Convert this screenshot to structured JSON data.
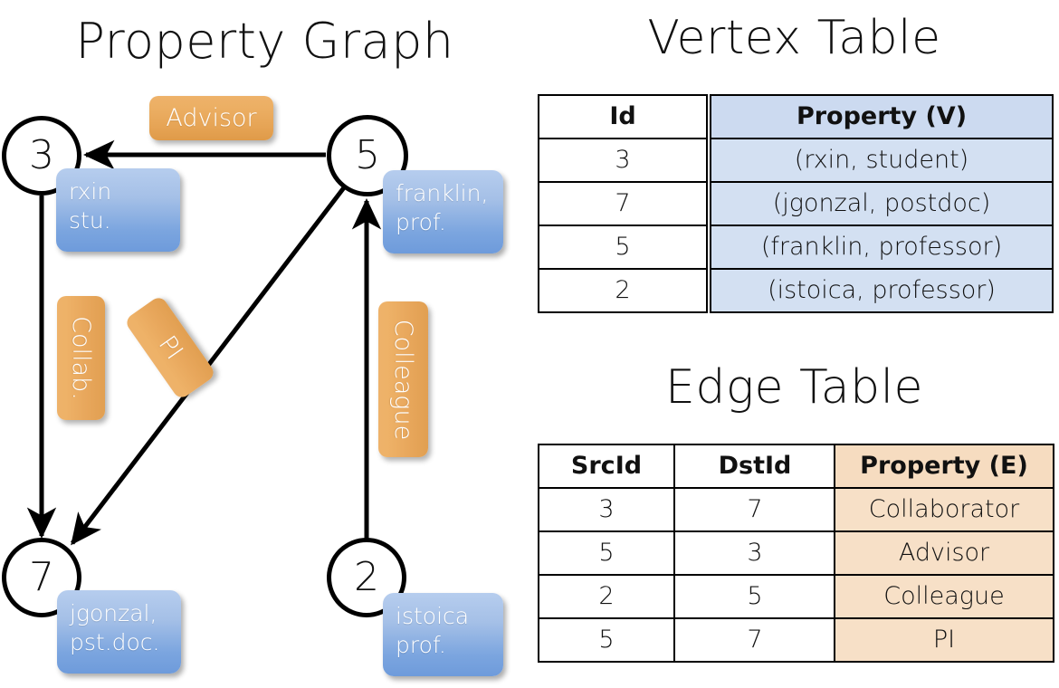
{
  "titles": {
    "property_graph": "Property Graph",
    "vertex_table": "Vertex Table",
    "edge_table": "Edge Table"
  },
  "colors": {
    "vertex_property_fill": "#d3e0f2",
    "vertex_property_header": "#ccdaf0",
    "edge_property_fill": "#f7e0c7",
    "edge_property_header": "#f6dcc0",
    "node_box_blue": "#7ba5df",
    "edge_label_orange": "#e8a75c",
    "stroke": "#000000"
  },
  "graph": {
    "nodes": [
      {
        "id": "3",
        "property_label": "rxin\nstu."
      },
      {
        "id": "5",
        "property_label": "franklin,\nprof."
      },
      {
        "id": "7",
        "property_label": "jgonzal,\npst.doc."
      },
      {
        "id": "2",
        "property_label": "istoica\nprof."
      }
    ],
    "node_labels": {
      "n3": "3",
      "n5": "5",
      "n7": "7",
      "n2": "2"
    },
    "property_labels": {
      "p3_line1": "rxin",
      "p3_line2": "stu.",
      "p5_line1": "franklin,",
      "p5_line2": "prof.",
      "p7_line1": "jgonzal,",
      "p7_line2": "pst.doc.",
      "p2_line1": "istoica",
      "p2_line2": "prof."
    },
    "edge_labels": {
      "advisor": "Advisor",
      "collab": "Collab.",
      "pi": "PI",
      "colleague": "Colleague"
    },
    "edges": [
      {
        "from": "5",
        "to": "3",
        "label": "Advisor"
      },
      {
        "from": "3",
        "to": "7",
        "label": "Collab."
      },
      {
        "from": "5",
        "to": "7",
        "label": "PI"
      },
      {
        "from": "2",
        "to": "5",
        "label": "Colleague"
      }
    ]
  },
  "vertex_table": {
    "headers": {
      "id": "Id",
      "property": "Property (V)"
    },
    "rows": [
      {
        "id": "3",
        "property": "(rxin, student)"
      },
      {
        "id": "7",
        "property": "(jgonzal, postdoc)"
      },
      {
        "id": "5",
        "property": "(franklin, professor)"
      },
      {
        "id": "2",
        "property": "(istoica, professor)"
      }
    ]
  },
  "edge_table": {
    "headers": {
      "src": "SrcId",
      "dst": "DstId",
      "property": "Property (E)"
    },
    "rows": [
      {
        "src": "3",
        "dst": "7",
        "property": "Collaborator"
      },
      {
        "src": "5",
        "dst": "3",
        "property": "Advisor"
      },
      {
        "src": "2",
        "dst": "5",
        "property": "Colleague"
      },
      {
        "src": "5",
        "dst": "7",
        "property": "PI"
      }
    ]
  }
}
